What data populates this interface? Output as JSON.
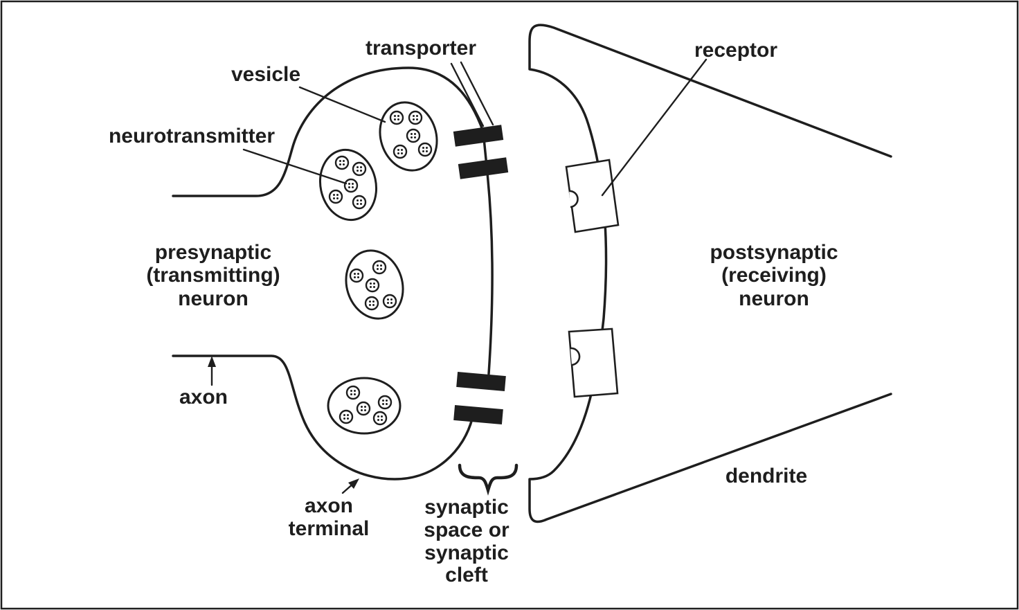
{
  "diagram": {
    "labels": {
      "transporter": "transporter",
      "vesicle": "vesicle",
      "neurotransmitter": "neurotransmitter",
      "receptor": "receptor",
      "presynaptic": [
        "presynaptic",
        "(transmitting)",
        "neuron"
      ],
      "postsynaptic": [
        "postsynaptic",
        "(receiving)",
        "neuron"
      ],
      "axon": "axon",
      "axon_terminal": [
        "axon",
        "terminal"
      ],
      "synaptic_cleft": [
        "synaptic",
        "space or",
        "synaptic",
        "cleft"
      ],
      "dendrite": "dendrite"
    },
    "colors": {
      "ink": "#1e1e1e",
      "background": "#ffffff"
    }
  }
}
